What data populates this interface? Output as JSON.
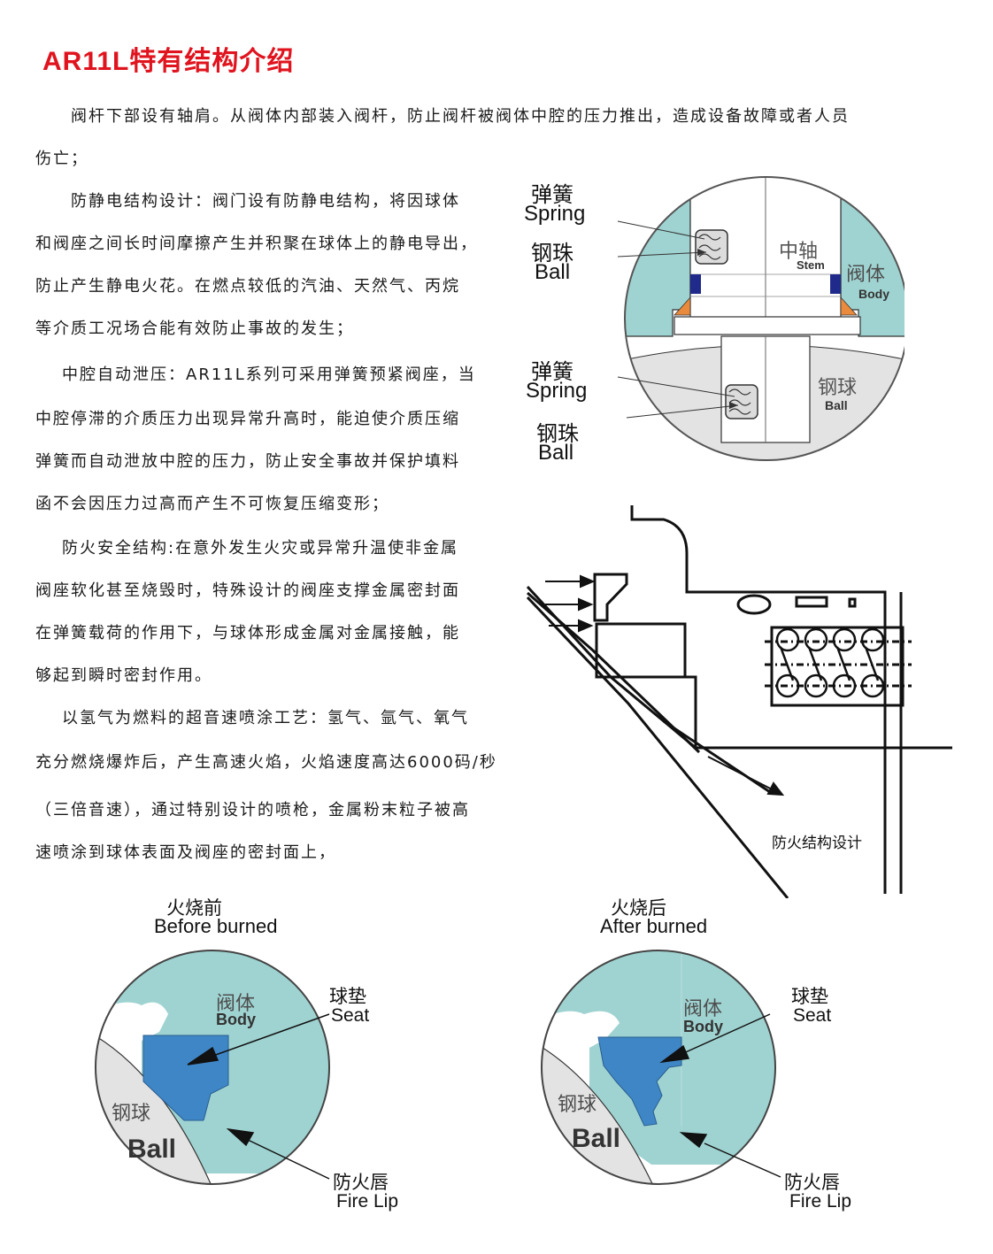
{
  "title_en": "AR11L",
  "title_cn": "特有结构介绍",
  "paragraphs": {
    "p1_line1": "阀杆下部设有轴肩。从阀体内部装入阀杆，防止阀杆被阀体中腔的压力推出，造成设备故障或者人员",
    "p1_line2": "伤亡；",
    "p2_line1": "防静电结构设计：阀门设有防静电结构，将因球体",
    "p2_line2": "和阀座之间长时间摩擦产生并积聚在球体上的静电导出，",
    "p2_line3": "防止产生静电火花。在燃点较低的汽油、天然气、丙烷",
    "p2_line4": "等介质工况场合能有效防止事故的发生；",
    "p3_line1": "中腔自动泄压：AR11L系列可采用弹簧预紧阀座，当",
    "p3_line2": "中腔停滞的介质压力出现异常升高时，能迫使介质压缩",
    "p3_line3": "弹簧而自动泄放中腔的压力，防止安全事故并保护填料",
    "p3_line4": "函不会因压力过高而产生不可恢复压缩变形；",
    "p4_line1": "防火安全结构:在意外发生火灾或异常升温使非金属",
    "p4_line2": "阀座软化甚至烧毁时，特殊设计的阀座支撑金属密封面",
    "p4_line3": "在弹簧载荷的作用下，与球体形成金属对金属接触，能",
    "p4_line4": "够起到瞬时密封作用。",
    "p5_line1": "以氢气为燃料的超音速喷涂工艺：氢气、氩气、氧气",
    "p5_line2": "充分燃烧爆炸后，产生高速火焰，火焰速度高达6000码/秒",
    "p5_line3": "（三倍音速），通过特别设计的喷枪，金属粉末粒子被高",
    "p5_line4": "速喷涂到球体表面及阀座的密封面上，"
  },
  "antistatic_figure": {
    "spring_cn": "弹簧",
    "spring_en": "Spring",
    "ball_cn": "钢珠",
    "ball_en": "Ball",
    "stem_cn": "中轴",
    "stem_en": "Stem",
    "body_cn": "阀体",
    "body_en": "Body",
    "ball_cn2": "钢球",
    "ball_en2": "Ball",
    "spring2_cn": "弹簧",
    "spring2_en": "Spring",
    "ball3_cn": "钢珠",
    "ball3_en": "Ball"
  },
  "fire_figure": {
    "caption": "防火结构设计"
  },
  "before": {
    "title_cn": "火烧前",
    "title_en": "Before burned",
    "body_cn": "阀体",
    "body_en": "Body",
    "seat_cn": "球垫",
    "seat_en": "Seat",
    "ball_cn": "钢球",
    "ball_en": "Ball",
    "lip_cn": "防火唇",
    "lip_en": "Fire  Lip"
  },
  "after": {
    "title_cn": "火烧后",
    "title_en": "After  burned",
    "body_cn": "阀体",
    "body_en": "Body",
    "seat_cn": "球垫",
    "seat_en": "Seat",
    "ball_cn": "钢球",
    "ball_en": "Ball",
    "lip_cn": "防火唇",
    "lip_en": "Fire  Lip"
  },
  "colors": {
    "title_red": "#e0141e",
    "body_teal": "#9fd3d1",
    "seat_blue": "#3f86c6",
    "ball_gray": "#e3e3e3",
    "orange": "#e98a3c",
    "navy": "#1f2a8a"
  }
}
